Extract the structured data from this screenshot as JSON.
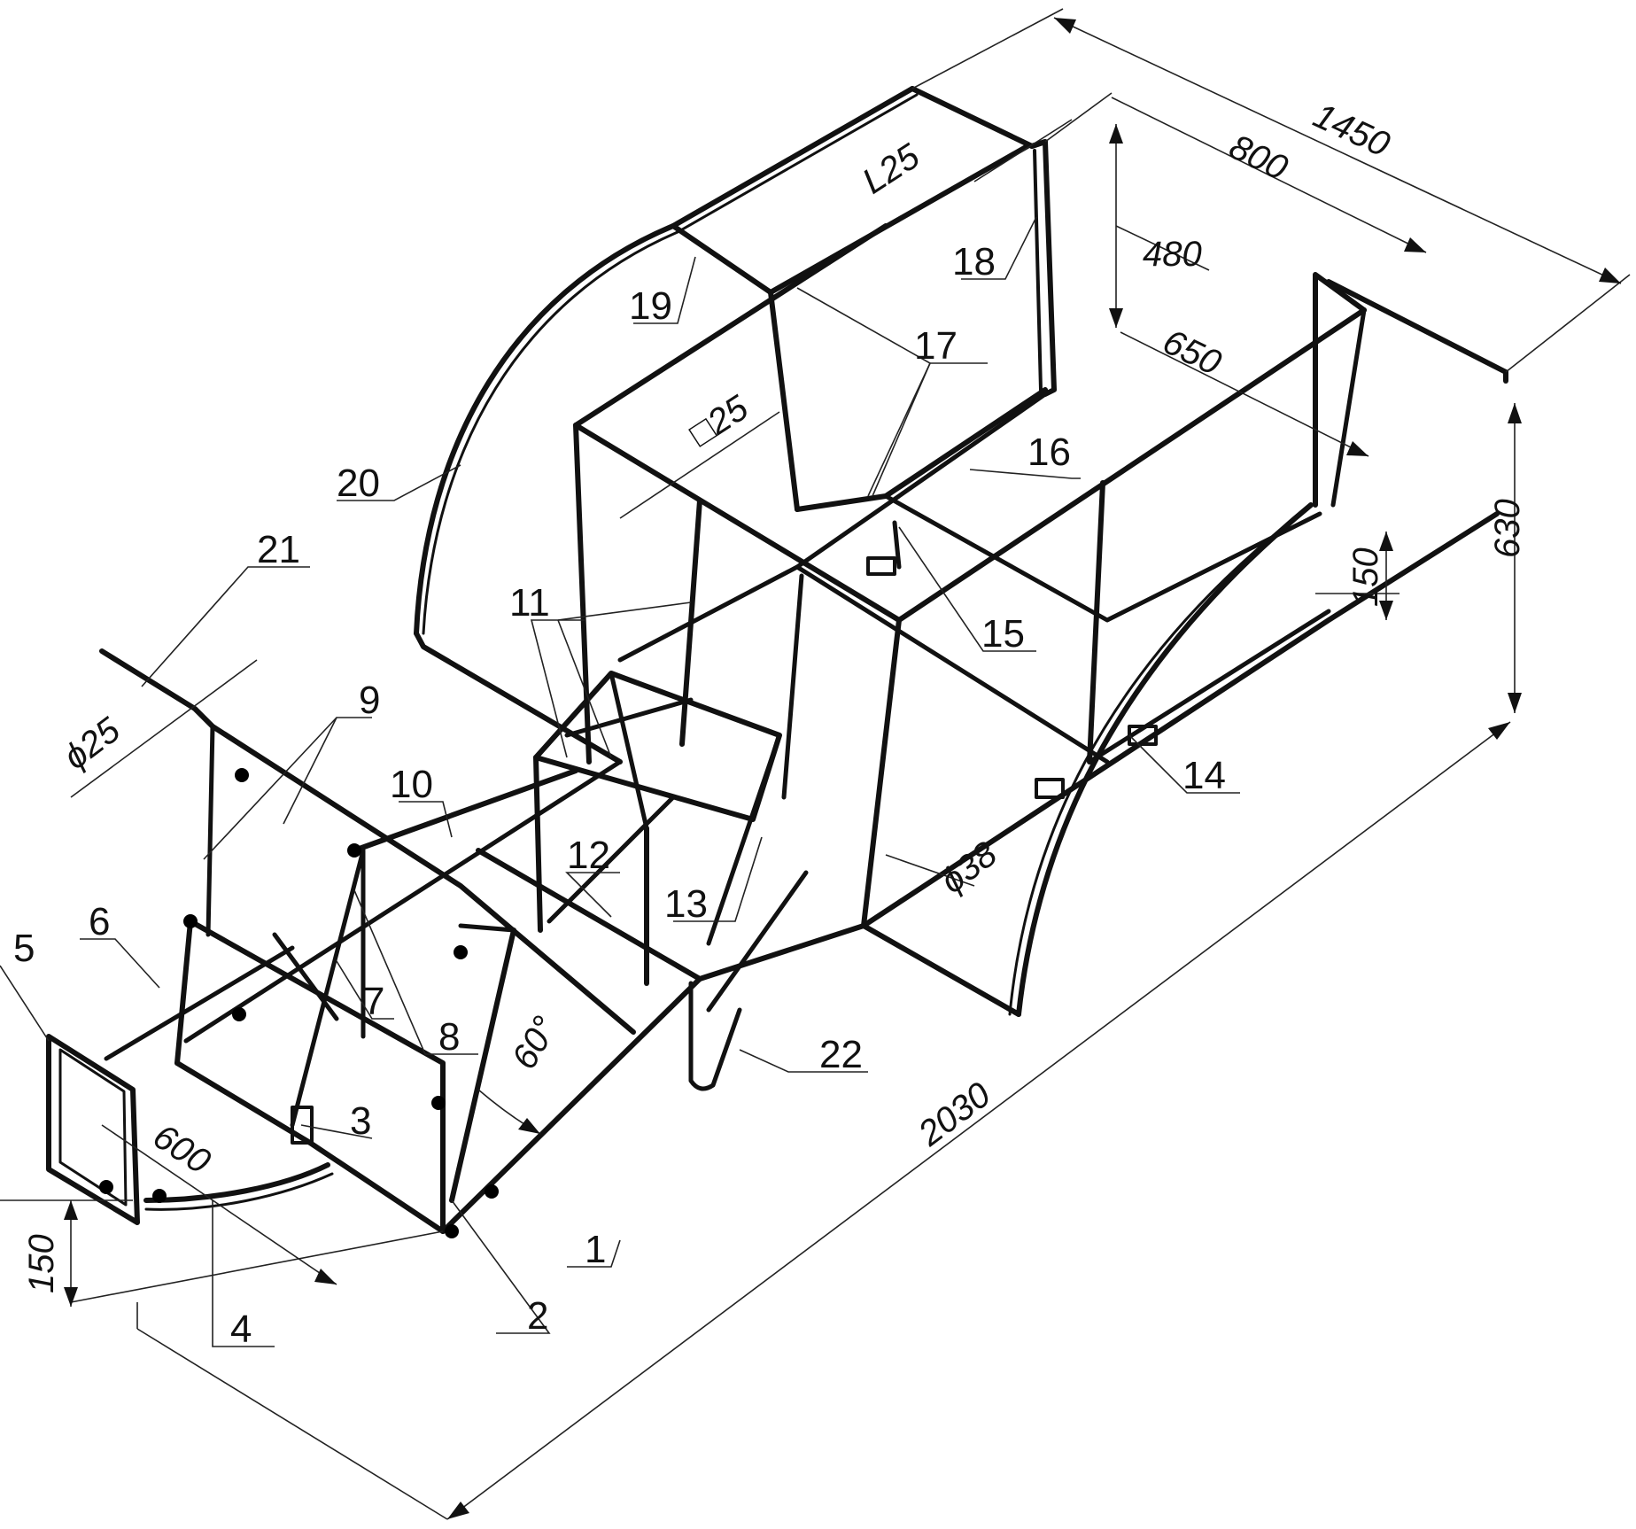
{
  "callouts": {
    "c1": "1",
    "c2": "2",
    "c3": "3",
    "c4": "4",
    "c5": "5",
    "c6": "6",
    "c7": "7",
    "c8": "8",
    "c9": "9",
    "c10": "10",
    "c11": "11",
    "c12": "12",
    "c13": "13",
    "c14": "14",
    "c15": "15",
    "c16": "16",
    "c17": "17",
    "c18": "18",
    "c19": "19",
    "c20": "20",
    "c21": "21",
    "c22": "22"
  },
  "dimensions": {
    "d1450": "1450",
    "d800": "800",
    "d480": "480",
    "d650": "650",
    "d630": "630",
    "d150_right": "150",
    "d2030": "2030",
    "d600": "600",
    "d150_left": "150",
    "angle60": "60°",
    "angle_profile": "L25",
    "square_profile": "□25",
    "tube25": "ϕ25",
    "tube38": "ϕ38"
  }
}
